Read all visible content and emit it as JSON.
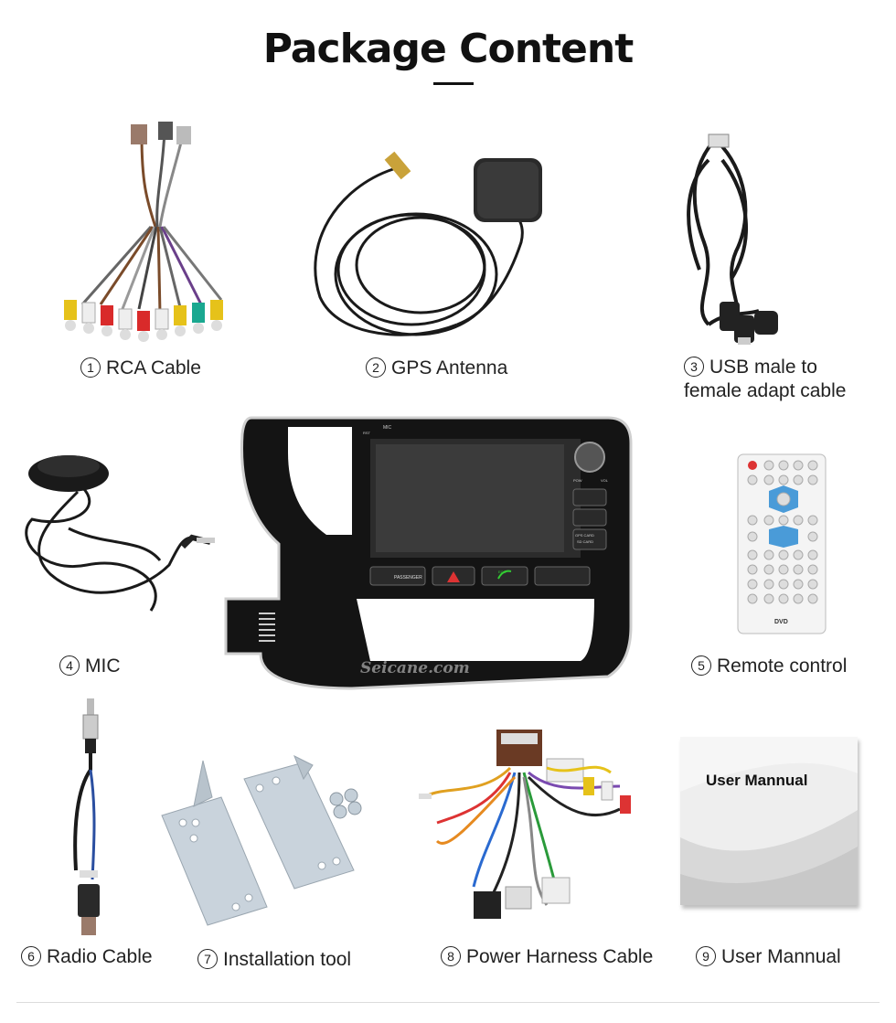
{
  "page": {
    "title": "Package Content",
    "watermark": "Seicane.com"
  },
  "items": [
    {
      "num": "1",
      "label": "RCA Cable",
      "icon": "rca-cable-image"
    },
    {
      "num": "2",
      "label": "GPS Antenna",
      "icon": "gps-antenna-image"
    },
    {
      "num": "3",
      "label_line1": "USB male to",
      "label_line2": "female adapt cable",
      "icon": "usb-cable-image"
    },
    {
      "num": "4",
      "label": "MIC",
      "icon": "microphone-image"
    },
    {
      "num": "5",
      "label": "Remote control",
      "icon": "remote-control-image"
    },
    {
      "num": "6",
      "label": "Radio Cable",
      "icon": "radio-cable-image"
    },
    {
      "num": "7",
      "label": "Installation tool",
      "icon": "brackets-image"
    },
    {
      "num": "8",
      "label": "Power Harness Cable",
      "icon": "harness-image"
    },
    {
      "num": "9",
      "label": "User Mannual",
      "icon": "manual-image"
    }
  ],
  "head_unit": {
    "labels": {
      "mic": "MIC",
      "rst": "RST",
      "pow": "POW",
      "vol": "VOL",
      "gps_card": "GPS CARD",
      "sd_card": "SD CARD",
      "passenger": "PASSENGER",
      "eco": "ECO"
    }
  },
  "remote": {
    "logo": "DVD"
  },
  "manual": {
    "cover_title": "User Mannual"
  },
  "colors": {
    "accent": "#111111",
    "body_black": "#141414"
  }
}
